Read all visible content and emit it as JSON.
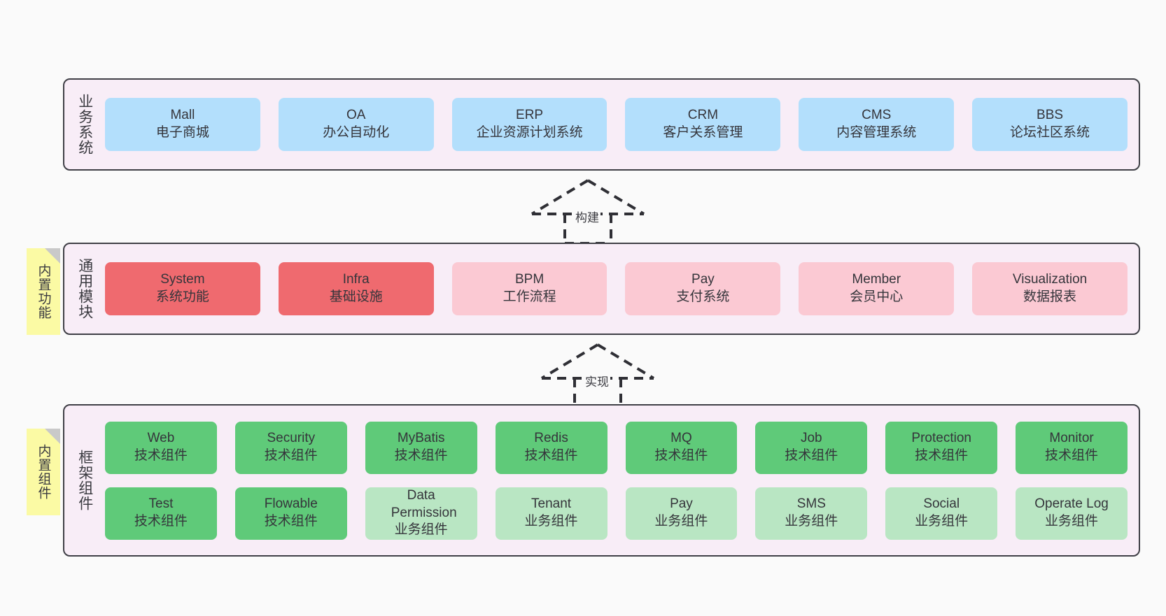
{
  "diagram": {
    "background": "#fafafa",
    "layer_fill": "#f8edf7",
    "layer_border": "#3f3f46"
  },
  "layers": [
    {
      "id": "business-systems",
      "title": "业务系统",
      "cards": [
        {
          "name": "Mall",
          "desc": "电子商城",
          "color": "#b3dffc",
          "style": "c-blue"
        },
        {
          "name": "OA",
          "desc": "办公自动化",
          "color": "#b3dffc",
          "style": "c-blue"
        },
        {
          "name": "ERP",
          "desc": "企业资源计划系统",
          "color": "#b3dffc",
          "style": "c-blue"
        },
        {
          "name": "CRM",
          "desc": "客户关系管理",
          "color": "#b3dffc",
          "style": "c-blue"
        },
        {
          "name": "CMS",
          "desc": "内容管理系统",
          "color": "#b3dffc",
          "style": "c-blue"
        },
        {
          "name": "BBS",
          "desc": "论坛社区系统",
          "color": "#b3dffc",
          "style": "c-blue"
        }
      ]
    },
    {
      "id": "common-modules",
      "title": "通用模块",
      "sticky": "内置功能",
      "cards": [
        {
          "name": "System",
          "desc": "系统功能",
          "color": "#ef6a6f",
          "style": "c-red"
        },
        {
          "name": "Infra",
          "desc": "基础设施",
          "color": "#ef6a6f",
          "style": "c-red"
        },
        {
          "name": "BPM",
          "desc": "工作流程",
          "color": "#fbc9d3",
          "style": "c-pink"
        },
        {
          "name": "Pay",
          "desc": "支付系统",
          "color": "#fbc9d3",
          "style": "c-pink"
        },
        {
          "name": "Member",
          "desc": "会员中心",
          "color": "#fbc9d3",
          "style": "c-pink"
        },
        {
          "name": "Visualization",
          "desc": "数据报表",
          "color": "#fbc9d3",
          "style": "c-pink"
        }
      ]
    },
    {
      "id": "framework-components",
      "title": "框架组件",
      "sticky": "内置组件",
      "rows": [
        [
          {
            "name": "Web",
            "desc": "技术组件",
            "color": "#5fca79",
            "style": "c-green"
          },
          {
            "name": "Security",
            "desc": "技术组件",
            "color": "#5fca79",
            "style": "c-green"
          },
          {
            "name": "MyBatis",
            "desc": "技术组件",
            "color": "#5fca79",
            "style": "c-green"
          },
          {
            "name": "Redis",
            "desc": "技术组件",
            "color": "#5fca79",
            "style": "c-green"
          },
          {
            "name": "MQ",
            "desc": "技术组件",
            "color": "#5fca79",
            "style": "c-green"
          },
          {
            "name": "Job",
            "desc": "技术组件",
            "color": "#5fca79",
            "style": "c-green"
          },
          {
            "name": "Protection",
            "desc": "技术组件",
            "color": "#5fca79",
            "style": "c-green"
          },
          {
            "name": "Monitor",
            "desc": "技术组件",
            "color": "#5fca79",
            "style": "c-green"
          }
        ],
        [
          {
            "name": "Test",
            "desc": "技术组件",
            "color": "#5fca79",
            "style": "c-green"
          },
          {
            "name": "Flowable",
            "desc": "技术组件",
            "color": "#5fca79",
            "style": "c-green"
          },
          {
            "name": "Data Permission",
            "desc": "业务组件",
            "color": "#b9e6c3",
            "style": "c-lightgreen"
          },
          {
            "name": "Tenant",
            "desc": "业务组件",
            "color": "#b9e6c3",
            "style": "c-lightgreen"
          },
          {
            "name": "Pay",
            "desc": "业务组件",
            "color": "#b9e6c3",
            "style": "c-lightgreen"
          },
          {
            "name": "SMS",
            "desc": "业务组件",
            "color": "#b9e6c3",
            "style": "c-lightgreen"
          },
          {
            "name": "Social",
            "desc": "业务组件",
            "color": "#b9e6c3",
            "style": "c-lightgreen"
          },
          {
            "name": "Operate Log",
            "desc": "业务组件",
            "color": "#b9e6c3",
            "style": "c-lightgreen"
          }
        ]
      ]
    }
  ],
  "connectors": [
    {
      "id": "build",
      "label": "构建",
      "from": "common-modules",
      "to": "business-systems"
    },
    {
      "id": "implement",
      "label": "实现",
      "from": "framework-components",
      "to": "common-modules"
    }
  ]
}
